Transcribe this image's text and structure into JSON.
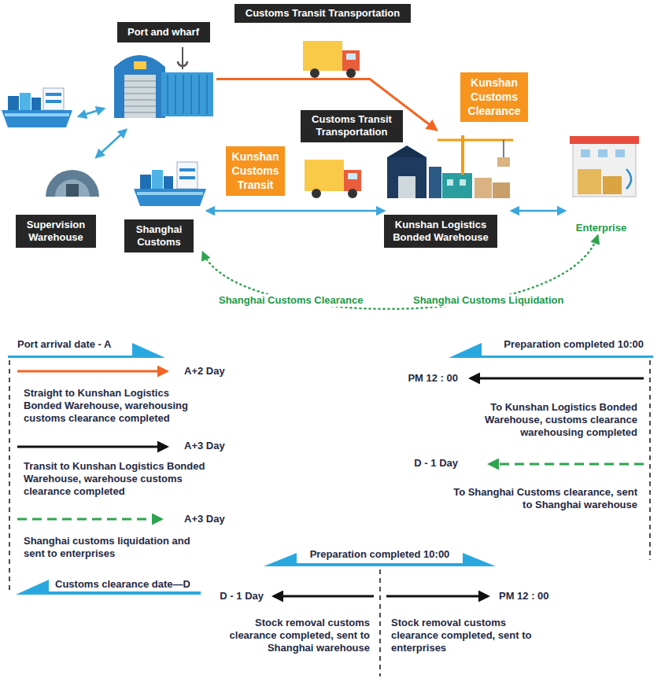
{
  "diagram": {
    "nodes": [
      {
        "text": [
          "Port and wharf"
        ]
      },
      {
        "text": [
          "Customs Transit Transportation"
        ]
      },
      {
        "text": [
          "Kunshan Customs Clearance"
        ]
      },
      {
        "text": [
          "Customs Transit Transportation"
        ]
      },
      {
        "text": [
          "Kunshan Customs Transit"
        ]
      },
      {
        "text": [
          "Supervision Warehouse"
        ]
      },
      {
        "text": [
          "Shanghai Customs"
        ]
      },
      {
        "text": [
          "Kunshan Logistics Bonded Warehouse"
        ]
      },
      {
        "text": [
          "Enterprise"
        ]
      }
    ],
    "edges": [
      {
        "from": 0,
        "to": 5,
        "arrow": "both"
      },
      {
        "from": 0,
        "to": 7,
        "arrow": "to"
      },
      {
        "from": 6,
        "to": 7,
        "arrow": "both"
      },
      {
        "from": 7,
        "to": 8,
        "arrow": "both"
      },
      {
        "from": 8,
        "to": 6,
        "arrow": "both"
      }
    ],
    "labels": [
      "Shanghai Customs Clearance",
      "Shanghai Customs Liquidation",
      "Port arrival date - A",
      "A+2 Day",
      "Straight to Kunshan Logistics Bonded Warehouse, warehousing customs clearance completed",
      "A+3 Day",
      "Transit to Kunshan Logistics Bonded Warehouse, warehouse customs clearance completed",
      "A+3 Day",
      "Shanghai customs liquidation and sent to enterprises",
      "Customs clearance date—D",
      "Preparation completed 10:00",
      "PM 12 : 00",
      "To Kunshan Logistics Bonded Warehouse, customs clearance warehousing completed",
      "D - 1 Day",
      "To Shanghai Customs clearance, sent to Shanghai warehouse",
      "Preparation completed 10:00",
      "D - 1 Day",
      "PM 12 : 00",
      "Stock removal customs clearance completed, sent to Shanghai warehouse",
      "Stock removal customs clearance completed, sent to enterprises"
    ]
  }
}
